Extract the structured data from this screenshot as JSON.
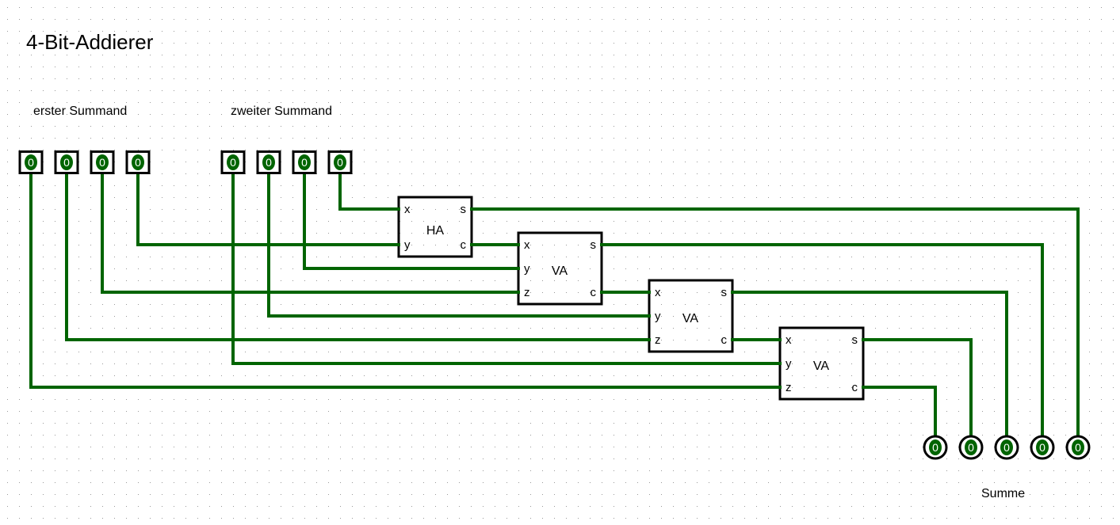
{
  "title": "4-Bit-Addierer",
  "labels": {
    "first_addend": "erster Summand",
    "second_addend": "zweiter Summand",
    "sum": "Summe"
  },
  "colors": {
    "wire": "#006400",
    "pin_fill": "#006400",
    "component_border": "#000000",
    "grid_dot": "#999999",
    "background": "#ffffff"
  },
  "inputs": {
    "first_addend": [
      {
        "id": "a3",
        "value": "0"
      },
      {
        "id": "a2",
        "value": "0"
      },
      {
        "id": "a1",
        "value": "0"
      },
      {
        "id": "a0",
        "value": "0"
      }
    ],
    "second_addend": [
      {
        "id": "b3",
        "value": "0"
      },
      {
        "id": "b2",
        "value": "0"
      },
      {
        "id": "b1",
        "value": "0"
      },
      {
        "id": "b0",
        "value": "0"
      }
    ]
  },
  "components": [
    {
      "id": "ha",
      "label": "HA",
      "ports_in": [
        "x",
        "y"
      ],
      "ports_out": [
        "s",
        "c"
      ]
    },
    {
      "id": "va1",
      "label": "VA",
      "ports_in": [
        "x",
        "y",
        "z"
      ],
      "ports_out": [
        "s",
        "c"
      ]
    },
    {
      "id": "va2",
      "label": "VA",
      "ports_in": [
        "x",
        "y",
        "z"
      ],
      "ports_out": [
        "s",
        "c"
      ]
    },
    {
      "id": "va3",
      "label": "VA",
      "ports_in": [
        "x",
        "y",
        "z"
      ],
      "ports_out": [
        "s",
        "c"
      ]
    }
  ],
  "outputs": [
    {
      "id": "s4",
      "value": "0"
    },
    {
      "id": "s3",
      "value": "0"
    },
    {
      "id": "s2",
      "value": "0"
    },
    {
      "id": "s1",
      "value": "0"
    },
    {
      "id": "s0",
      "value": "0"
    }
  ],
  "connections": [
    {
      "from": "b0",
      "to": "ha.x"
    },
    {
      "from": "a0",
      "to": "ha.y"
    },
    {
      "from": "ha.s",
      "to": "s0"
    },
    {
      "from": "ha.c",
      "to": "va1.x"
    },
    {
      "from": "b1",
      "to": "va1.y"
    },
    {
      "from": "a1",
      "to": "va1.z"
    },
    {
      "from": "va1.s",
      "to": "s1"
    },
    {
      "from": "va1.c",
      "to": "va2.x"
    },
    {
      "from": "b2",
      "to": "va2.y"
    },
    {
      "from": "a2",
      "to": "va2.z"
    },
    {
      "from": "va2.s",
      "to": "s2"
    },
    {
      "from": "va2.c",
      "to": "va3.x"
    },
    {
      "from": "b3",
      "to": "va3.y"
    },
    {
      "from": "a3",
      "to": "va3.z"
    },
    {
      "from": "va3.s",
      "to": "s3"
    },
    {
      "from": "va3.c",
      "to": "s4"
    }
  ]
}
